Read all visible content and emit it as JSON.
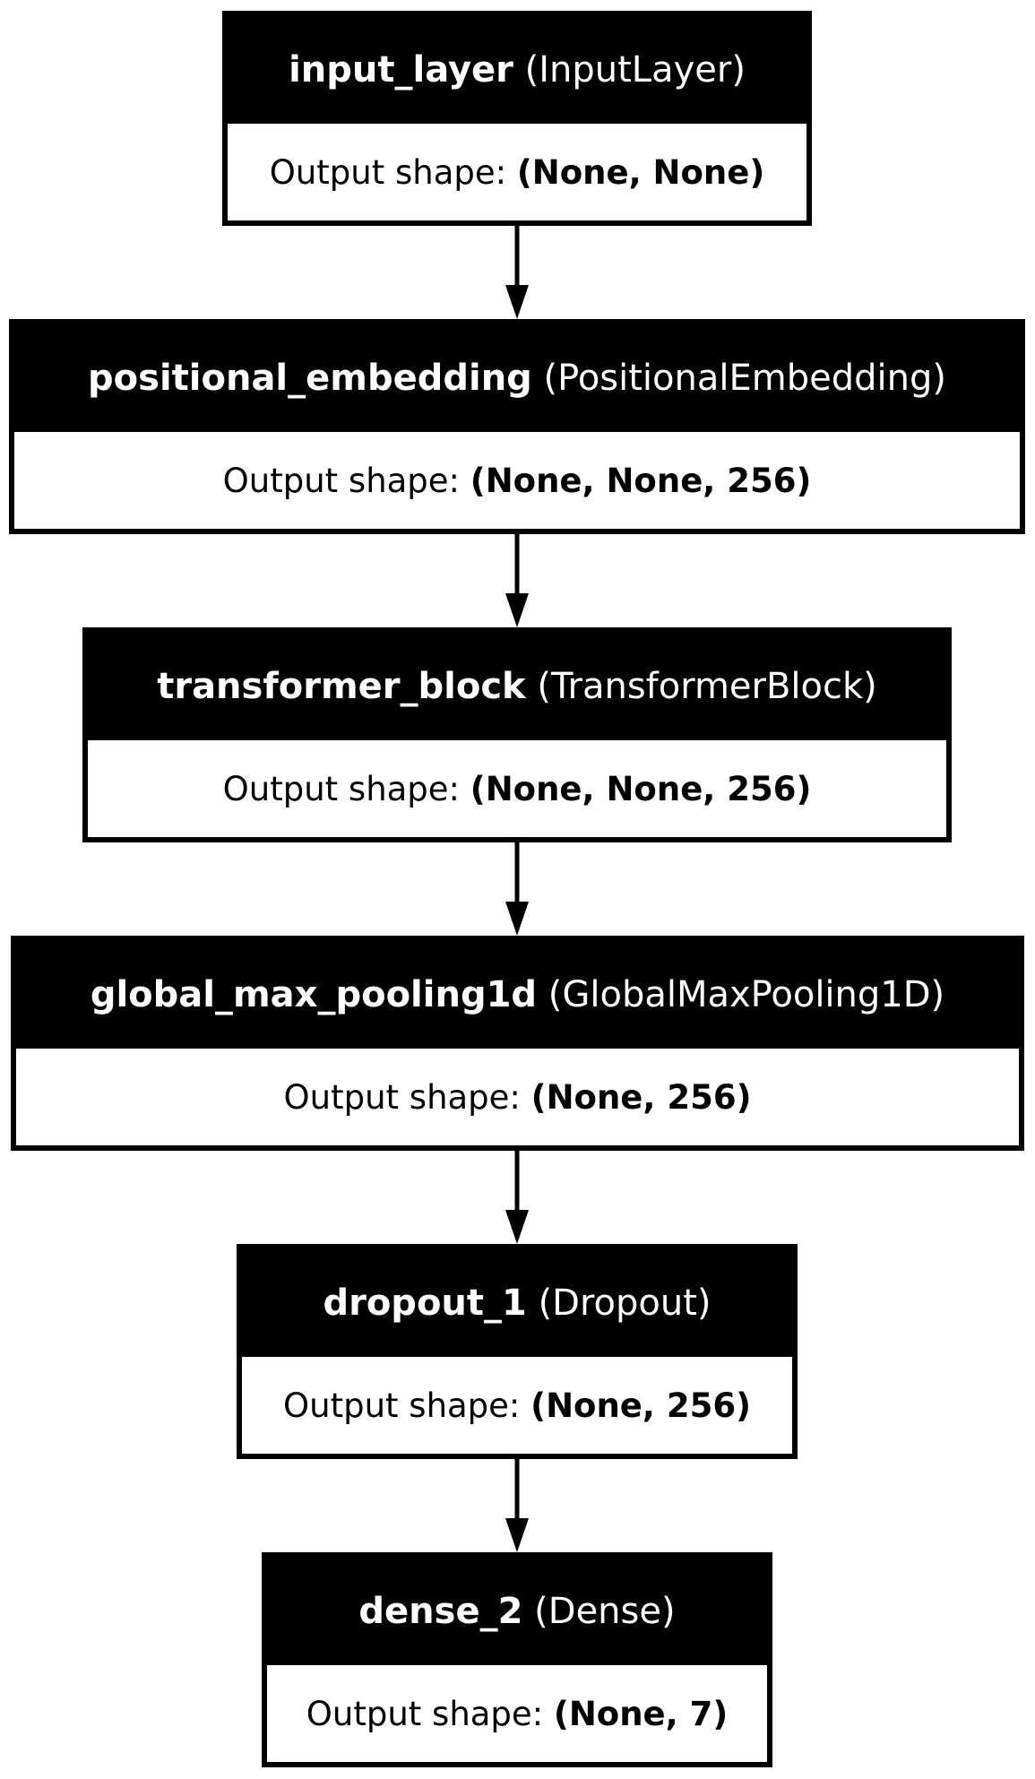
{
  "diagram": {
    "colors": {
      "node_header_bg": "#000000",
      "node_header_text": "#ffffff",
      "node_border": "#000000",
      "node_body_bg": "#ffffff",
      "edge": "#000000"
    },
    "nodes": [
      {
        "id": "n0",
        "name": "input_layer",
        "type": "(InputLayer)",
        "shape_label": "Output shape:",
        "shape": "(None, None)"
      },
      {
        "id": "n1",
        "name": "positional_embedding",
        "type": "(PositionalEmbedding)",
        "shape_label": "Output shape:",
        "shape": "(None, None, 256)"
      },
      {
        "id": "n2",
        "name": "transformer_block",
        "type": "(TransformerBlock)",
        "shape_label": "Output shape:",
        "shape": "(None, None, 256)"
      },
      {
        "id": "n3",
        "name": "global_max_pooling1d",
        "type": "(GlobalMaxPooling1D)",
        "shape_label": "Output shape:",
        "shape": "(None, 256)"
      },
      {
        "id": "n4",
        "name": "dropout_1",
        "type": "(Dropout)",
        "shape_label": "Output shape:",
        "shape": "(None, 256)"
      },
      {
        "id": "n5",
        "name": "dense_2",
        "type": "(Dense)",
        "shape_label": "Output shape:",
        "shape": "(None, 7)"
      }
    ],
    "edges": [
      {
        "from": "n0",
        "to": "n1"
      },
      {
        "from": "n1",
        "to": "n2"
      },
      {
        "from": "n2",
        "to": "n3"
      },
      {
        "from": "n3",
        "to": "n4"
      },
      {
        "from": "n4",
        "to": "n5"
      }
    ]
  }
}
